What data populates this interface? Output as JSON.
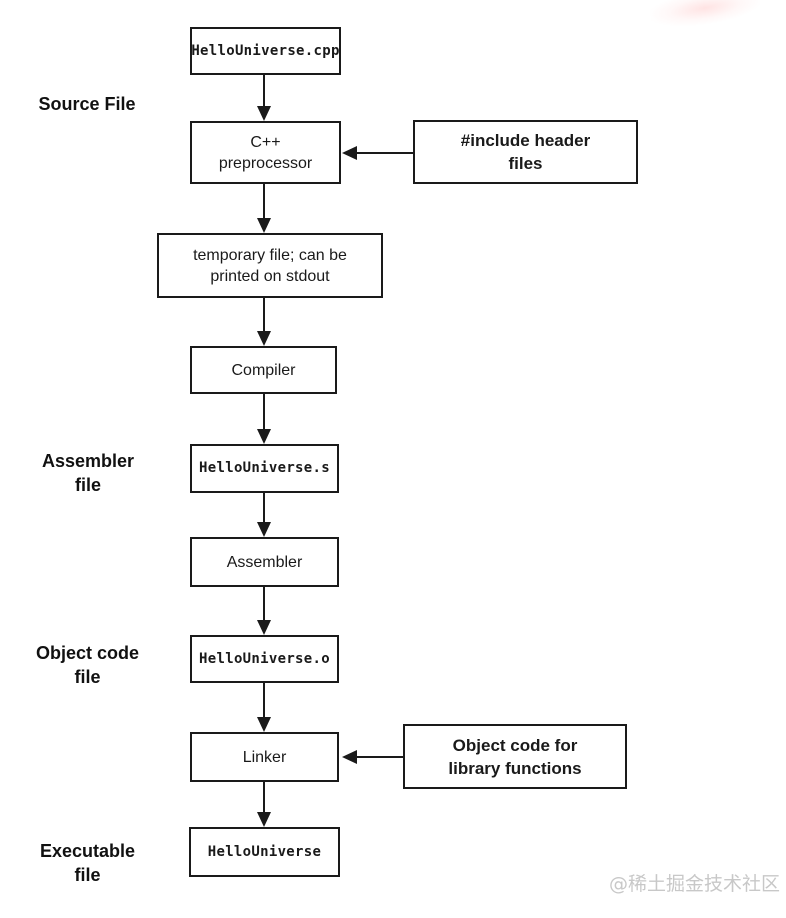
{
  "diagram": {
    "nodes": {
      "source_file_box": {
        "label": "HelloUniverse.cpp"
      },
      "preprocessor": {
        "label": "C++\npreprocessor"
      },
      "temp_file": {
        "label": "temporary file; can be\nprinted on stdout"
      },
      "compiler": {
        "label": "Compiler"
      },
      "assembler_file_box": {
        "label": "HelloUniverse.s"
      },
      "assembler": {
        "label": "Assembler"
      },
      "object_file_box": {
        "label": "HelloUniverse.o"
      },
      "linker": {
        "label": "Linker"
      },
      "executable_box": {
        "label": "HelloUniverse"
      }
    },
    "side_inputs": {
      "include_headers": {
        "label": "#include header\nfiles"
      },
      "object_library": {
        "label": "Object code for\nlibrary functions"
      }
    },
    "stage_labels": {
      "source": "Source File",
      "assembler": "Assembler\nfile",
      "object": "Object code\nfile",
      "executable": "Executable\nfile"
    },
    "colors": {
      "line": "#1a1a1a",
      "background": "#ffffff",
      "watermark": "#c8c8c8"
    }
  },
  "watermark": {
    "text": "@稀土掘金技术社区"
  }
}
